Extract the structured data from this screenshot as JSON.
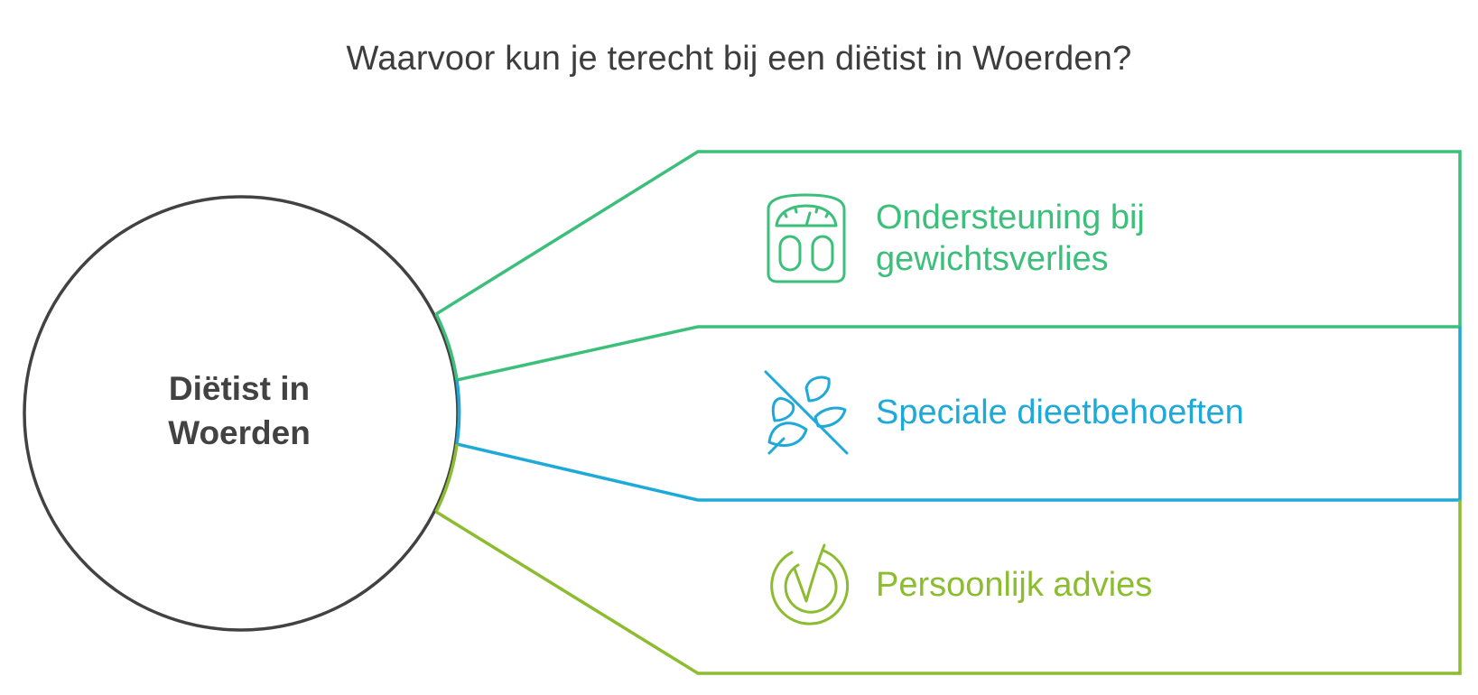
{
  "title": "Waarvoor kun je terecht bij een diëtist in Woerden?",
  "center": {
    "line1": "Diëtist in",
    "line2": "Woerden"
  },
  "branches": [
    {
      "line1": "Ondersteuning bij",
      "line2": "gewichtsverlies",
      "icon": "scale-icon",
      "color": "#3bbf7a"
    },
    {
      "label": "Speciale dieetbehoeften",
      "icon": "no-wheat-icon",
      "color": "#1ea9d9"
    },
    {
      "label": "Persoonlijk advies",
      "icon": "check-circle-icon",
      "color": "#8cbc2f"
    }
  ],
  "colors": {
    "text": "#3d3d3d",
    "circle": "#424242"
  }
}
